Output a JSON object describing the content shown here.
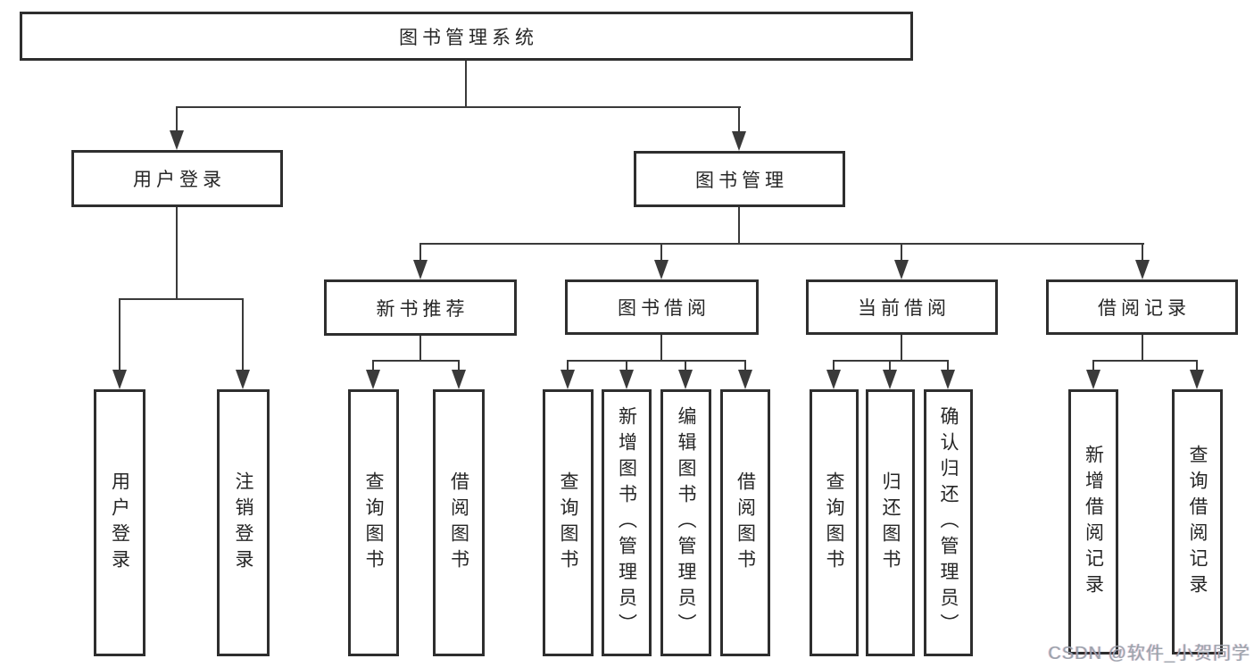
{
  "nodes": {
    "root": "图书管理系统",
    "level2": [
      "用户登录",
      "图书管理"
    ],
    "level3": [
      "新书推荐",
      "图书借阅",
      "当前借阅",
      "借阅记录"
    ],
    "leaves": [
      "用户登录",
      "注销登录",
      "查询图书",
      "借阅图书",
      "查询图书",
      "新增图书（管理员）",
      "编辑图书（管理员）",
      "借阅图书",
      "查询图书",
      "归还图书",
      "确认归还（管理员）",
      "新增借阅记录",
      "查询借阅记录"
    ]
  },
  "watermark": "CSDN @软件_小贺同学",
  "colors": {
    "line": "#3a3a3a",
    "box_border": "#2e2e2e",
    "text": "#262626",
    "watermark": "#9ba2ab",
    "background": "#ffffff"
  }
}
